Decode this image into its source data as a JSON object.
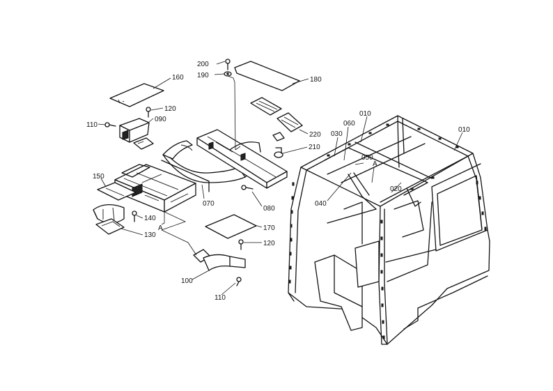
{
  "labels": {
    "p160": "160",
    "p120a": "120",
    "p110a": "110",
    "p090": "090",
    "p150": "150",
    "p140": "140",
    "p130": "130",
    "pA1": "A",
    "p200": "200",
    "p190": "190",
    "p180": "180",
    "p220": "220",
    "p210": "210",
    "p070": "070",
    "p080": "080",
    "p170": "170",
    "p120b": "120",
    "p100": "100",
    "p110b": "110",
    "p010a": "010",
    "p010b": "010",
    "p030": "030",
    "p060": "060",
    "p050": "050",
    "pA2": "A",
    "p040": "040",
    "p020": "020"
  }
}
